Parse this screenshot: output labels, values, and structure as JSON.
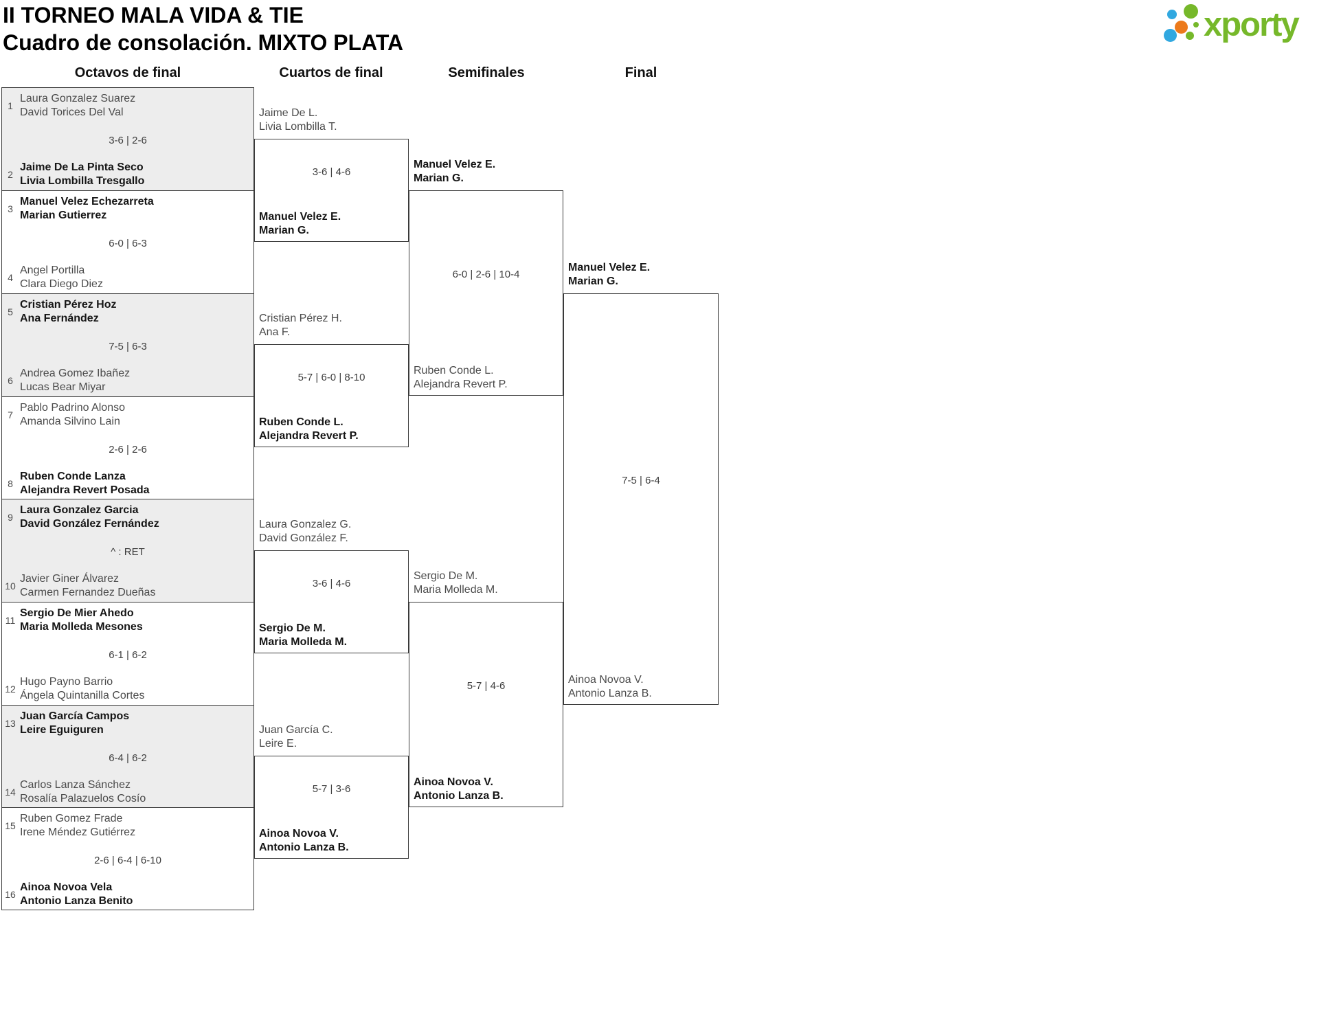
{
  "title": {
    "line1": "II TORNEO MALA VIDA & TIE",
    "line2": "Cuadro de consolación. MIXTO PLATA"
  },
  "logo": {
    "text": "xporty",
    "green": "#76b82a",
    "blue": "#31a8e0",
    "orange": "#ec7a1c"
  },
  "rounds": [
    "Octavos de final",
    "Cuartos de final",
    "Semifinales",
    "Final"
  ],
  "r16": [
    {
      "seed1": "1",
      "team1": {
        "lines": [
          "Laura Gonzalez Suarez",
          "David Torices Del Val"
        ],
        "winner": false
      },
      "score": "3-6 | 2-6",
      "seed2": "2",
      "team2": {
        "lines": [
          "Jaime De La Pinta Seco",
          "Livia Lombilla Tresgallo"
        ],
        "winner": true
      }
    },
    {
      "seed1": "3",
      "team1": {
        "lines": [
          "Manuel Velez Echezarreta",
          "Marian Gutierrez"
        ],
        "winner": true
      },
      "score": "6-0 | 6-3",
      "seed2": "4",
      "team2": {
        "lines": [
          "Angel Portilla",
          "Clara Diego Diez"
        ],
        "winner": false
      }
    },
    {
      "seed1": "5",
      "team1": {
        "lines": [
          "Cristian Pérez Hoz",
          "Ana Fernández"
        ],
        "winner": true
      },
      "score": "7-5 | 6-3",
      "seed2": "6",
      "team2": {
        "lines": [
          "Andrea Gomez Ibañez",
          "Lucas Bear Miyar"
        ],
        "winner": false
      }
    },
    {
      "seed1": "7",
      "team1": {
        "lines": [
          "Pablo Padrino Alonso",
          "Amanda Silvino Lain"
        ],
        "winner": false
      },
      "score": "2-6 | 2-6",
      "seed2": "8",
      "team2": {
        "lines": [
          "Ruben Conde Lanza",
          "Alejandra Revert Posada"
        ],
        "winner": true
      }
    },
    {
      "seed1": "9",
      "team1": {
        "lines": [
          "Laura Gonzalez Garcia",
          "David González Fernández"
        ],
        "winner": true
      },
      "score": "^ : RET",
      "seed2": "10",
      "team2": {
        "lines": [
          "Javier Giner Álvarez",
          "Carmen Fernandez Dueñas"
        ],
        "winner": false
      }
    },
    {
      "seed1": "11",
      "team1": {
        "lines": [
          "Sergio De Mier Ahedo",
          "Maria Molleda Mesones"
        ],
        "winner": true
      },
      "score": "6-1 | 6-2",
      "seed2": "12",
      "team2": {
        "lines": [
          "Hugo Payno Barrio",
          "Ángela Quintanilla Cortes"
        ],
        "winner": false
      }
    },
    {
      "seed1": "13",
      "team1": {
        "lines": [
          "Juan García Campos",
          "Leire Eguiguren"
        ],
        "winner": true
      },
      "score": "6-4 | 6-2",
      "seed2": "14",
      "team2": {
        "lines": [
          "Carlos Lanza Sánchez",
          "Rosalía Palazuelos Cosío"
        ],
        "winner": false
      }
    },
    {
      "seed1": "15",
      "team1": {
        "lines": [
          "Ruben Gomez Frade",
          "Irene Méndez Gutiérrez"
        ],
        "winner": false
      },
      "score": "2-6 | 6-4 | 6-10",
      "seed2": "16",
      "team2": {
        "lines": [
          "Ainoa Novoa Vela",
          "Antonio Lanza Benito"
        ],
        "winner": true
      }
    }
  ],
  "qf": [
    {
      "team1": {
        "lines": [
          "Jaime De L.",
          "Livia Lombilla T."
        ],
        "winner": false
      },
      "score": "3-6 | 4-6",
      "team2": {
        "lines": [
          "Manuel Velez E.",
          "Marian G."
        ],
        "winner": true
      }
    },
    {
      "team1": {
        "lines": [
          "Cristian Pérez H.",
          "Ana F."
        ],
        "winner": false
      },
      "score": "5-7 | 6-0 | 8-10",
      "team2": {
        "lines": [
          "Ruben Conde L.",
          "Alejandra Revert P."
        ],
        "winner": true
      }
    },
    {
      "team1": {
        "lines": [
          "Laura Gonzalez G.",
          "David González F."
        ],
        "winner": false
      },
      "score": "3-6 | 4-6",
      "team2": {
        "lines": [
          "Sergio De M.",
          "Maria Molleda M."
        ],
        "winner": true
      }
    },
    {
      "team1": {
        "lines": [
          "Juan García C.",
          "Leire E."
        ],
        "winner": false
      },
      "score": "5-7 | 3-6",
      "team2": {
        "lines": [
          "Ainoa Novoa V.",
          "Antonio Lanza B."
        ],
        "winner": true
      }
    }
  ],
  "sf": [
    {
      "team1": {
        "lines": [
          "Manuel Velez E.",
          "Marian G."
        ],
        "winner": true
      },
      "score": "6-0 | 2-6 | 10-4",
      "team2": {
        "lines": [
          "Ruben Conde L.",
          "Alejandra Revert P."
        ],
        "winner": false
      }
    },
    {
      "team1": {
        "lines": [
          "Sergio De M.",
          "Maria Molleda M."
        ],
        "winner": false
      },
      "score": "5-7 | 4-6",
      "team2": {
        "lines": [
          "Ainoa Novoa V.",
          "Antonio Lanza B."
        ],
        "winner": true
      }
    }
  ],
  "final": {
    "team1": {
      "lines": [
        "Manuel Velez E.",
        "Marian G."
      ],
      "winner": true
    },
    "score": "7-5 | 6-4",
    "team2": {
      "lines": [
        "Ainoa Novoa V.",
        "Antonio Lanza B."
      ],
      "winner": false
    }
  }
}
